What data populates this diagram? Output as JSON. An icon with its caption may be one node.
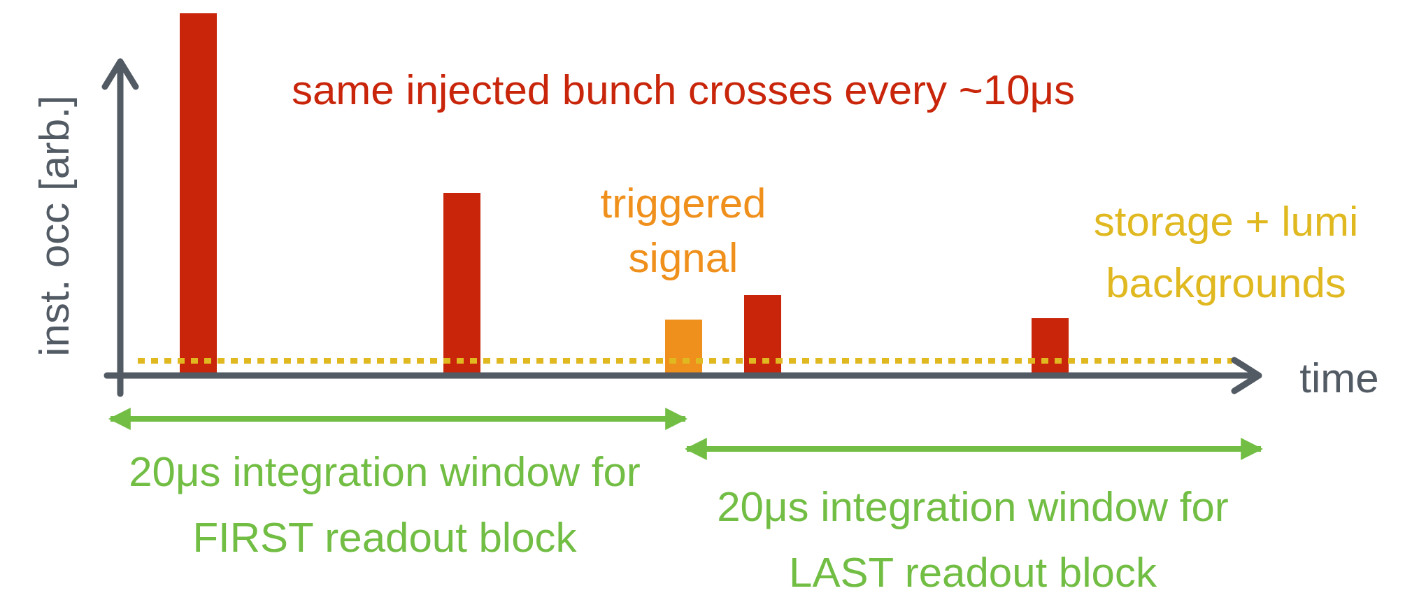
{
  "diagram": {
    "labels": [
      "same injected bunch crosses every ~10μs",
      "triggered signal",
      "inst. occ [arb.]",
      "storage + lumi backgrounds",
      "time",
      "20μs integration window for FIRST readout block",
      "20μs integration window for LAST readout block"
    ]
  }
}
